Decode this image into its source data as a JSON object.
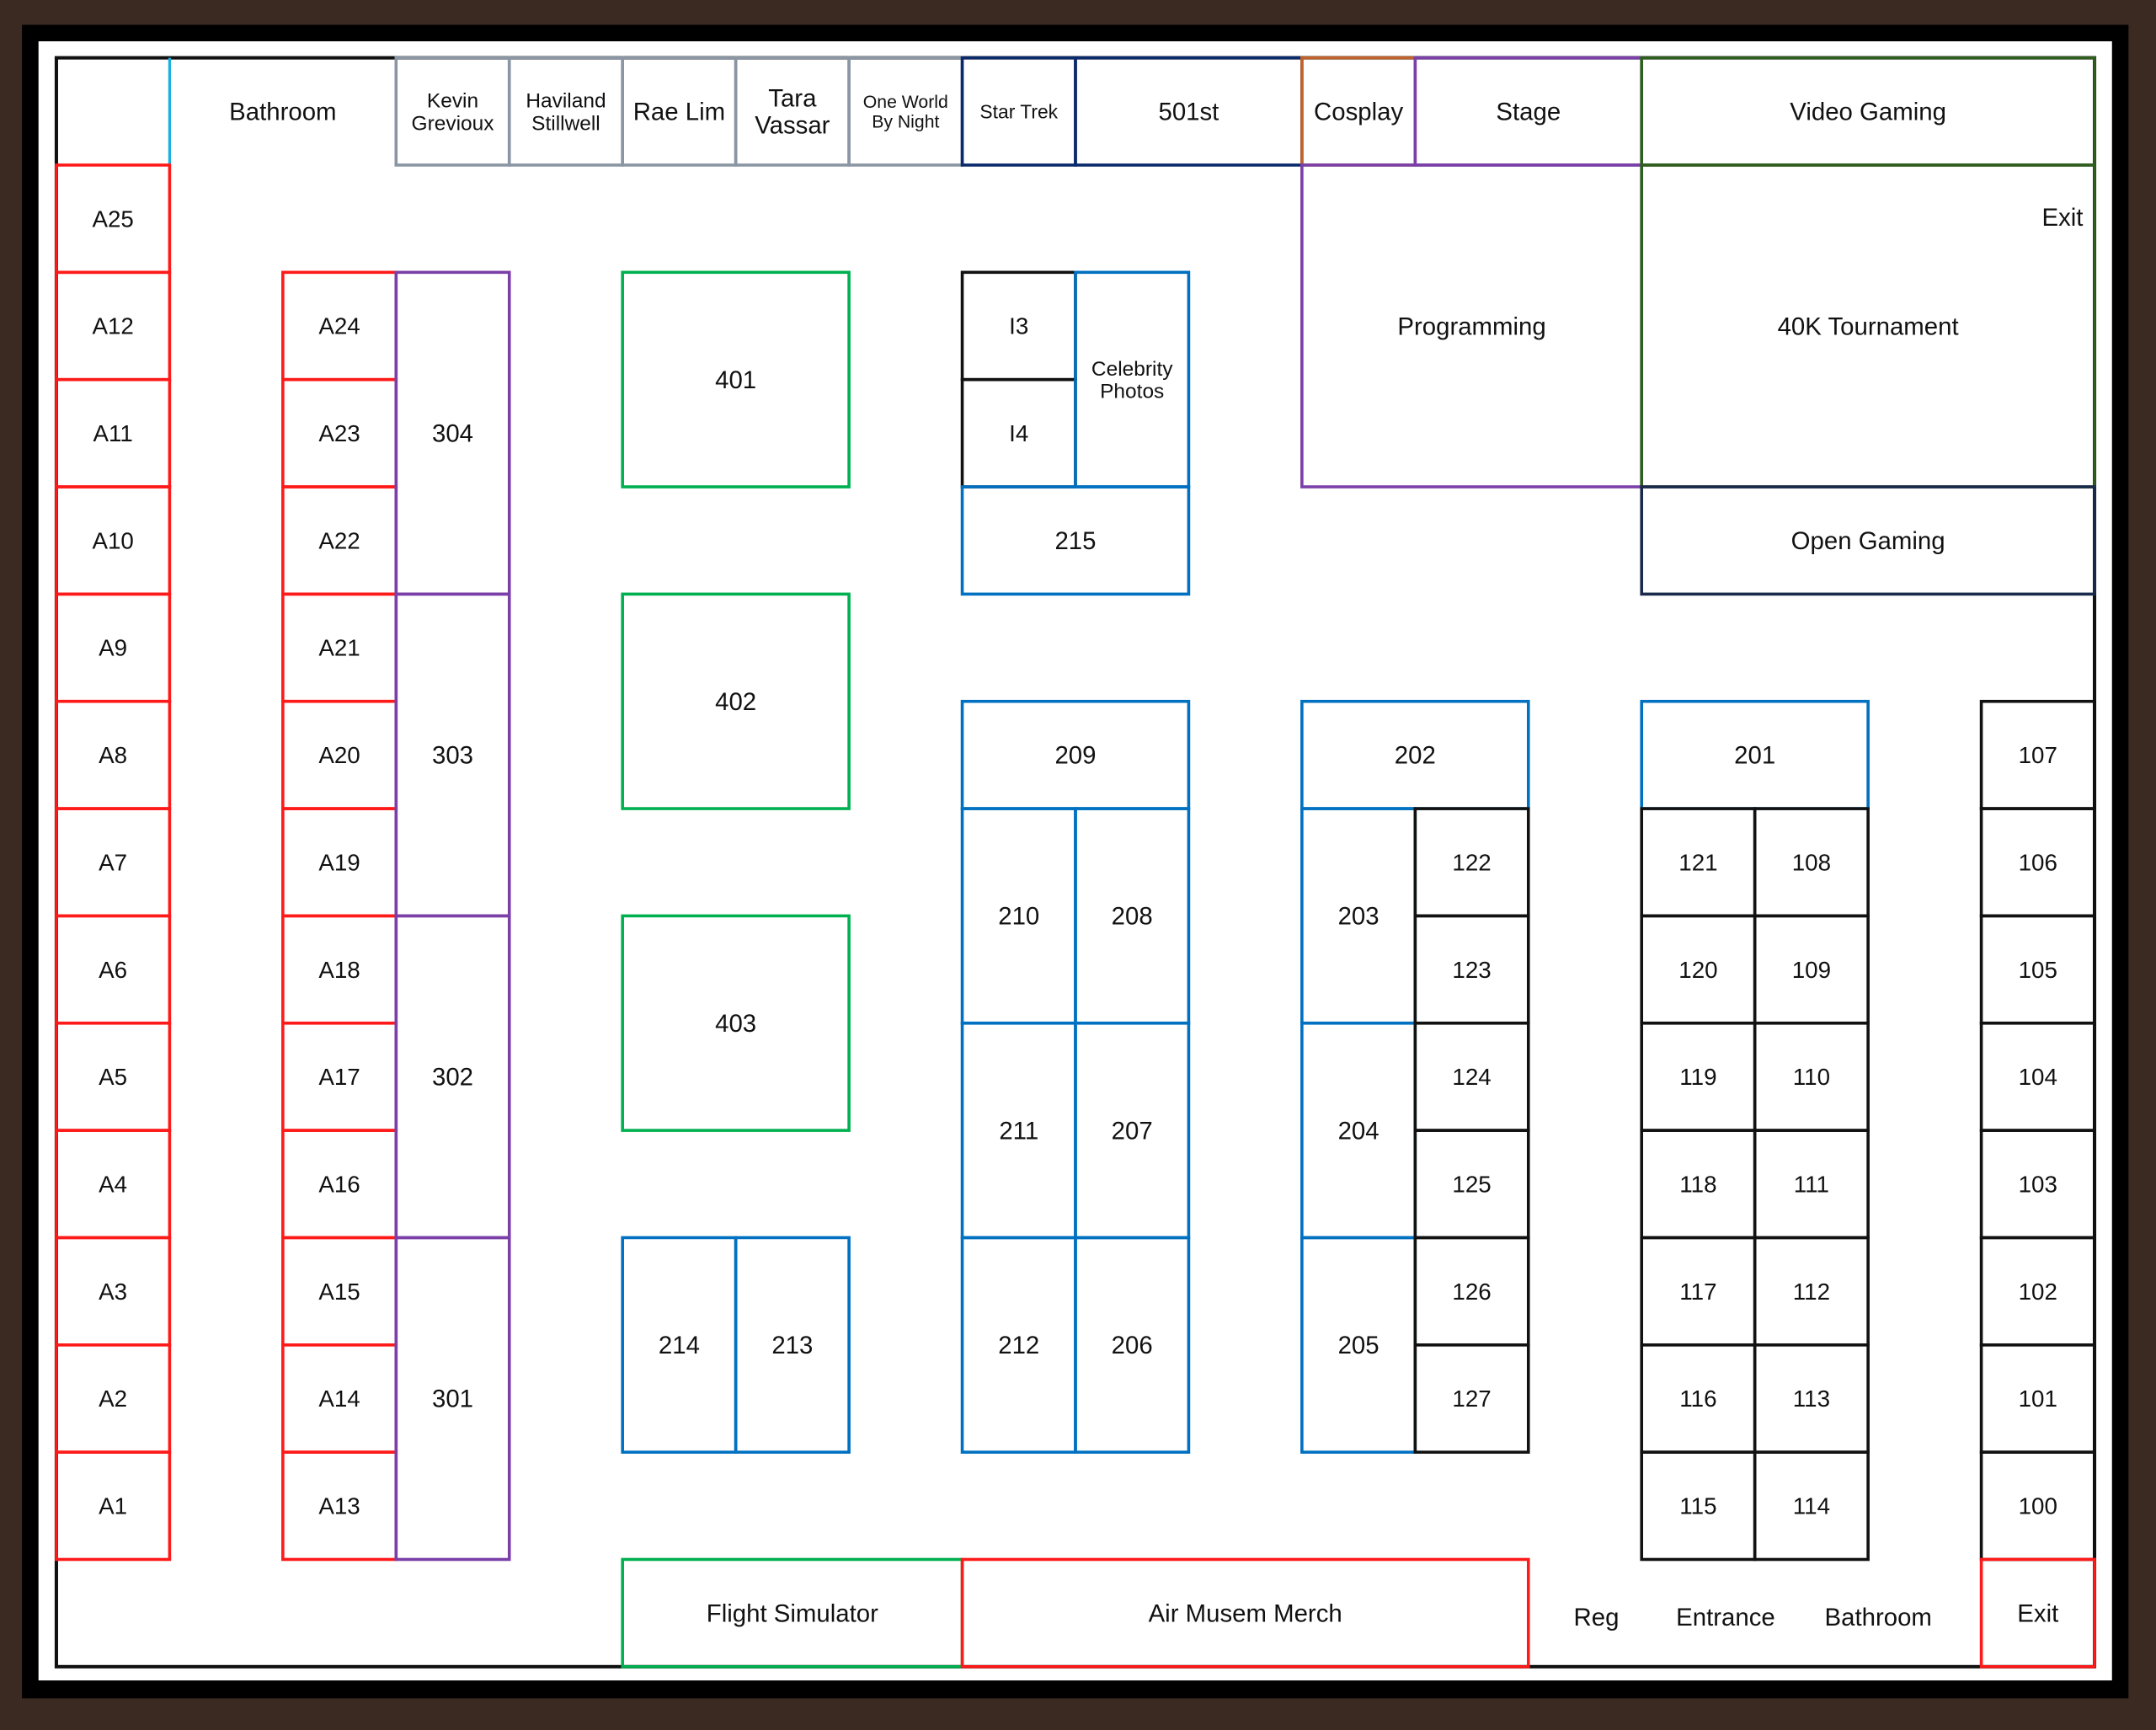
{
  "title": "Convention Floor Map",
  "colors": {
    "red": "#ff1a1a",
    "purple": "#7a3fa8",
    "green": "#00b050",
    "blue": "#0070c0",
    "black": "#111111",
    "gray": "#8a96a3",
    "navy": "#0a2a6b",
    "orange": "#c0622a",
    "dark_green": "#2f5e1e",
    "dark_navy": "#1a2a4a",
    "cyan": "#1ab0e0"
  },
  "top_row": {
    "bathroom": [
      "Bathroom"
    ],
    "kevin": [
      "Kevin",
      "Grevioux"
    ],
    "haviland": [
      "Haviland",
      "Stillwell"
    ],
    "rae": [
      "Rae Lim"
    ],
    "tara": [
      "Tara",
      "Vassar"
    ],
    "one_world": [
      "One World",
      "By Night"
    ],
    "star_trek": [
      "Star Trek"
    ],
    "five01st": [
      "501st"
    ],
    "cosplay": [
      "Cosplay"
    ],
    "stage": [
      "Stage"
    ],
    "video_gaming": [
      "Video Gaming"
    ]
  },
  "areas": {
    "programming": [
      "Programming"
    ],
    "tournament": [
      "40K Tournament"
    ],
    "exit_top": "Exit",
    "open_gaming": [
      "Open Gaming"
    ],
    "celebrity": [
      "Celebrity",
      "Photos"
    ],
    "flight_sim": [
      "Flight Simulator"
    ],
    "merch": [
      "Air Musem Merch"
    ],
    "exit_bottom": [
      "Exit"
    ],
    "reg": "Reg",
    "entrance": "Entrance",
    "bathroom_bottom": "Bathroom"
  },
  "a_col1": [
    "A25",
    "A12",
    "A11",
    "A10",
    "A9",
    "A8",
    "A7",
    "A6",
    "A5",
    "A4",
    "A3",
    "A2",
    "A1"
  ],
  "a_col2": [
    "A24",
    "A23",
    "A22",
    "A21",
    "A20",
    "A19",
    "A18",
    "A17",
    "A16",
    "A15",
    "A14",
    "A13"
  ],
  "three_hundreds": [
    "304",
    "303",
    "302",
    "301"
  ],
  "four_hundreds": [
    "401",
    "402",
    "403"
  ],
  "booths_214_213": [
    "214",
    "213"
  ],
  "i_booths": [
    "I3",
    "I4"
  ],
  "b215": "215",
  "two_hundreds_a": {
    "top": "209",
    "left": [
      "210",
      "211",
      "212"
    ],
    "right": [
      "208",
      "207",
      "206"
    ]
  },
  "two_hundreds_b": {
    "top": "202",
    "left": [
      "203",
      "204",
      "205"
    ],
    "right": [
      "122",
      "123",
      "124",
      "125",
      "126",
      "127"
    ]
  },
  "two_hundreds_c": {
    "top": "201",
    "left": [
      "121",
      "120",
      "119",
      "118",
      "117",
      "116",
      "115"
    ],
    "right": [
      "108",
      "109",
      "110",
      "111",
      "112",
      "113",
      "114"
    ]
  },
  "hundreds_right": [
    "107",
    "106",
    "105",
    "104",
    "103",
    "102",
    "101",
    "100"
  ]
}
